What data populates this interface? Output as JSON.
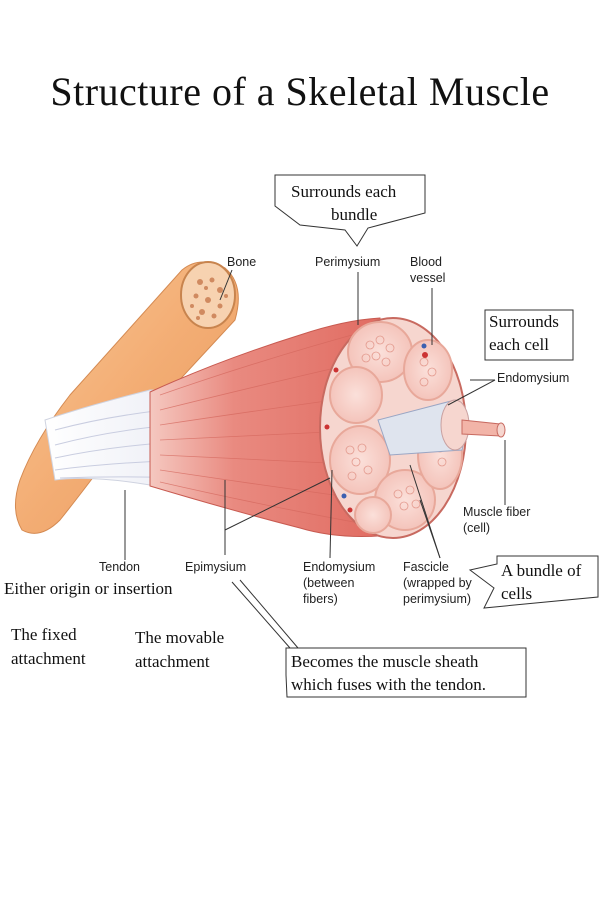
{
  "title": "Structure of a Skeletal Muscle",
  "labels": {
    "bone": "Bone",
    "perimysium": "Perimysium",
    "blood_vessel_1": "Blood",
    "blood_vessel_2": "vessel",
    "endomysium_right": "Endomysium",
    "muscle_fiber_1": "Muscle fiber",
    "muscle_fiber_2": "(cell)",
    "tendon": "Tendon",
    "epimysium": "Epimysium",
    "endomysium_bottom_1": "Endomysium",
    "endomysium_bottom_2": "(between",
    "endomysium_bottom_3": "fibers)",
    "fascicle_1": "Fascicle",
    "fascicle_2": "(wrapped by",
    "fascicle_3": "perimysium)"
  },
  "annotations": {
    "surrounds_bundle_1": "Surrounds each",
    "surrounds_bundle_2": "bundle",
    "surrounds_cell_1": "Surrounds",
    "surrounds_cell_2": "each cell",
    "bundle_of_cells_1": "A bundle of",
    "bundle_of_cells_2": "cells",
    "origin_insertion": "Either origin or insertion",
    "fixed_1": "The fixed",
    "fixed_2": "attachment",
    "movable_1": "The movable",
    "movable_2": "attachment",
    "sheath_1": "Becomes the muscle sheath",
    "sheath_2": "which fuses with the tendon."
  },
  "colors": {
    "muscle": "#e8746a",
    "muscle_light": "#f2a89c",
    "bone": "#f3b07c",
    "tendon": "#f4f4f8",
    "vessel_red": "#cc3333",
    "vessel_blue": "#3b5fb0"
  }
}
